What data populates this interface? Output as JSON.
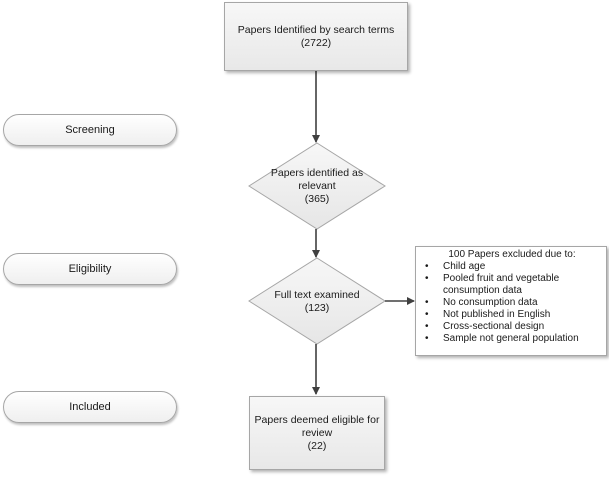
{
  "stages": {
    "screening": "Screening",
    "eligibility": "Eligibility",
    "included": "Included"
  },
  "nodes": {
    "identified": {
      "line1": "Papers Identified by search terms",
      "count": "(2722)"
    },
    "relevant": {
      "line1": "Papers identified as",
      "line2": "relevant",
      "count": "(365)"
    },
    "fulltext": {
      "line1": "Full text examined",
      "count": "(123)"
    },
    "eligible": {
      "line1": "Papers deemed eligible for",
      "line2": "review",
      "count": "(22)"
    }
  },
  "exclusions": {
    "title": "100 Papers excluded due to:",
    "items": [
      "Child age",
      "Pooled fruit and vegetable consumption data",
      "No consumption data",
      "Not published in English",
      "Cross-sectional design",
      "Sample not general population"
    ]
  },
  "colors": {
    "shape_border": "#a6a6a6",
    "shape_fill": "#f2f2f2",
    "arrow": "#404040"
  }
}
